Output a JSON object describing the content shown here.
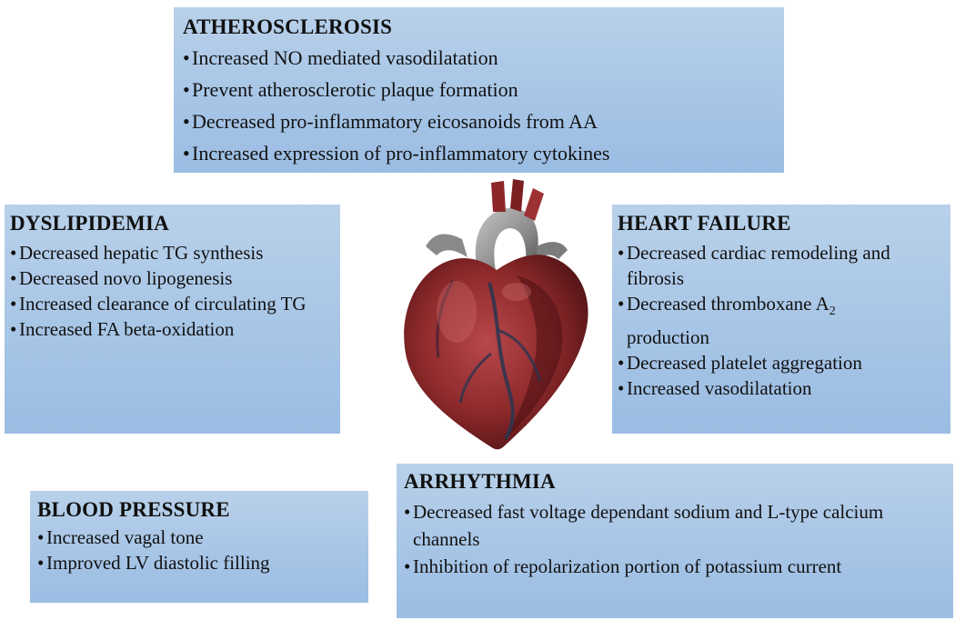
{
  "boxes": {
    "atherosclerosis": {
      "title": "ATHEROSCLEROSIS",
      "items": [
        "Increased NO mediated vasodilatation",
        "Prevent atherosclerotic plaque formation",
        "Decreased pro-inflammatory eicosanoids from AA",
        "Increased expression of pro-inflammatory cytokines"
      ]
    },
    "dyslipidemia": {
      "title": "DYSLIPIDEMIA",
      "items": [
        "Decreased hepatic TG synthesis",
        "Decreased novo lipogenesis",
        "Increased clearance of circulating TG",
        "Increased FA beta-oxidation"
      ]
    },
    "heart_failure": {
      "title": "HEART FAILURE",
      "items": [
        "Decreased cardiac remodeling and fibrosis",
        "Decreased thromboxane A",
        "Decreased platelet aggregation",
        "Increased vasodilatation"
      ],
      "thromboxane_subscript": "2",
      "thromboxane_tail": "production"
    },
    "blood_pressure": {
      "title": "BLOOD PRESSURE",
      "items": [
        "Increased vagal tone",
        "Improved LV diastolic filling"
      ]
    },
    "arrhythmia": {
      "title": "ARRHYTHMIA",
      "items": [
        "Decreased fast voltage dependant sodium and L-type calcium channels",
        "Inhibition of repolarization portion of potassium current"
      ]
    }
  },
  "colors": {
    "box_fill": "#a7c5e6",
    "heart_dark": "#5a1418",
    "heart_mid": "#8e2a2c",
    "vessel": "#2a3550"
  },
  "images": {
    "center": "heart-illustration"
  }
}
